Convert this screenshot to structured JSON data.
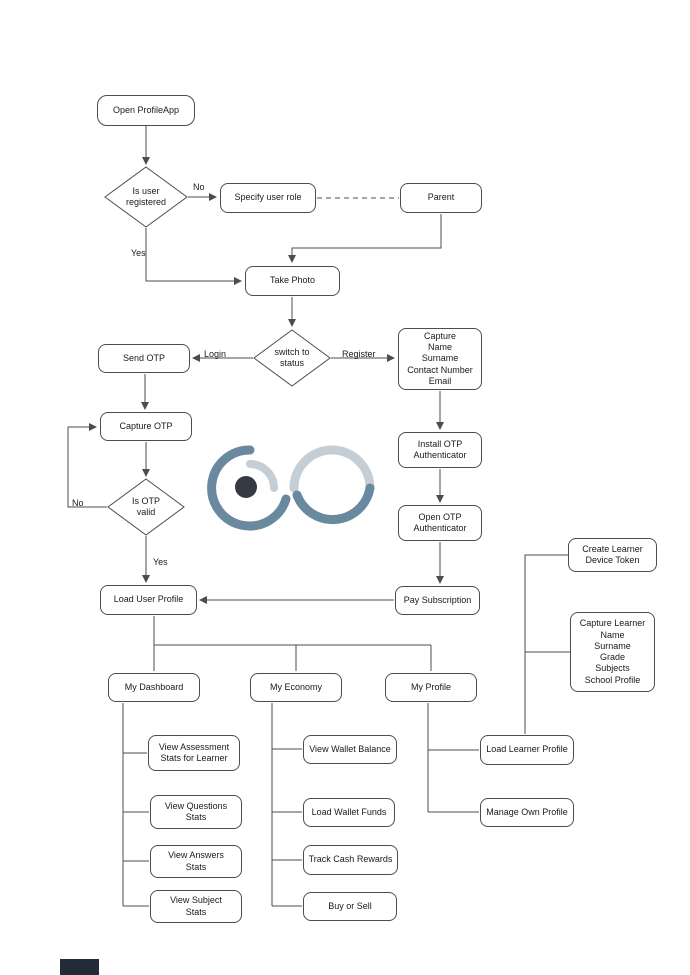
{
  "nodes": {
    "open_profileapp": {
      "label": "Open ProfileApp"
    },
    "is_user_registered": {
      "label": "Is user\nregistered"
    },
    "specify_user_role": {
      "label": "Specify user role"
    },
    "parent": {
      "label": "Parent"
    },
    "take_photo": {
      "label": "Take Photo"
    },
    "switch_to_status": {
      "label": "switch to\nstatus"
    },
    "send_otp": {
      "label": "Send OTP"
    },
    "capture_details": {
      "label": "Capture\nName\nSurname\nContact Number\nEmail"
    },
    "capture_otp": {
      "label": "Capture OTP"
    },
    "is_otp_valid": {
      "label": "Is OTP\nvalid"
    },
    "install_otp_authenticator": {
      "label": "Install OTP\nAuthenticator"
    },
    "open_otp_authenticator": {
      "label": "Open OTP\nAuthenticator"
    },
    "pay_subscription": {
      "label": "Pay Subscription"
    },
    "load_user_profile": {
      "label": "Load User Profile"
    },
    "my_dashboard": {
      "label": "My Dashboard"
    },
    "my_economy": {
      "label": "My Economy"
    },
    "my_profile": {
      "label": "My Profile"
    },
    "view_assessment_stats": {
      "label": "View Assessment\nStats for Learner"
    },
    "view_questions_stats": {
      "label": "View Questions\nStats"
    },
    "view_answers_stats": {
      "label": "View Answers\nStats"
    },
    "view_subject_stats": {
      "label": "View Subject\nStats"
    },
    "view_wallet_balance": {
      "label": "View Wallet Balance"
    },
    "load_wallet_funds": {
      "label": "Load Wallet Funds"
    },
    "track_cash_rewards": {
      "label": "Track Cash Rewards"
    },
    "buy_or_sell": {
      "label": "Buy or Sell"
    },
    "load_learner_profile": {
      "label": "Load Learner Profile"
    },
    "manage_own_profile": {
      "label": "Manage Own Profile"
    },
    "create_learner_device_token": {
      "label": "Create Learner\nDevice Token"
    },
    "capture_learner_details": {
      "label": "Capture Learner\nName\nSurname\nGrade\nSubjects\nSchool Profile"
    }
  },
  "edge_labels": {
    "no_registered": "No",
    "yes_registered": "Yes",
    "login": "Login",
    "register": "Register",
    "no_otp": "No",
    "yes_otp": "Yes"
  },
  "colors": {
    "line": "#4d4d4d",
    "logo_slate": "#587d94",
    "logo_light": "#bfc9d1",
    "logo_dot": "#20252f",
    "footer_bar": "#232a38"
  }
}
